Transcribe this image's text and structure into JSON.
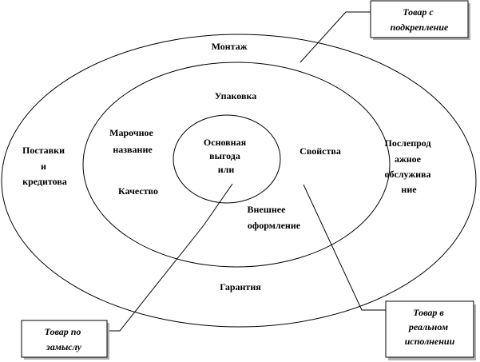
{
  "outer_ring": {
    "top": "Монтаж",
    "left": [
      "Поставки",
      "и",
      "кредитова"
    ],
    "right": [
      "Послепрод",
      "ажное",
      "обслужива",
      "ние"
    ],
    "bottom": "Гарантия"
  },
  "middle_ring": {
    "top": "Упаковка",
    "brand": [
      "Марочное",
      "название"
    ],
    "quality": "Качество",
    "properties": "Свойства",
    "design": [
      "Внешнее",
      "оформление"
    ]
  },
  "core": [
    "Основная",
    "выгода",
    "или"
  ],
  "callouts": {
    "augmented": [
      "Товар с",
      "подкрепление"
    ],
    "actual": [
      "Товар в",
      "реальном",
      "исполнении"
    ],
    "concept": [
      "Товар по",
      "замыслу"
    ]
  }
}
